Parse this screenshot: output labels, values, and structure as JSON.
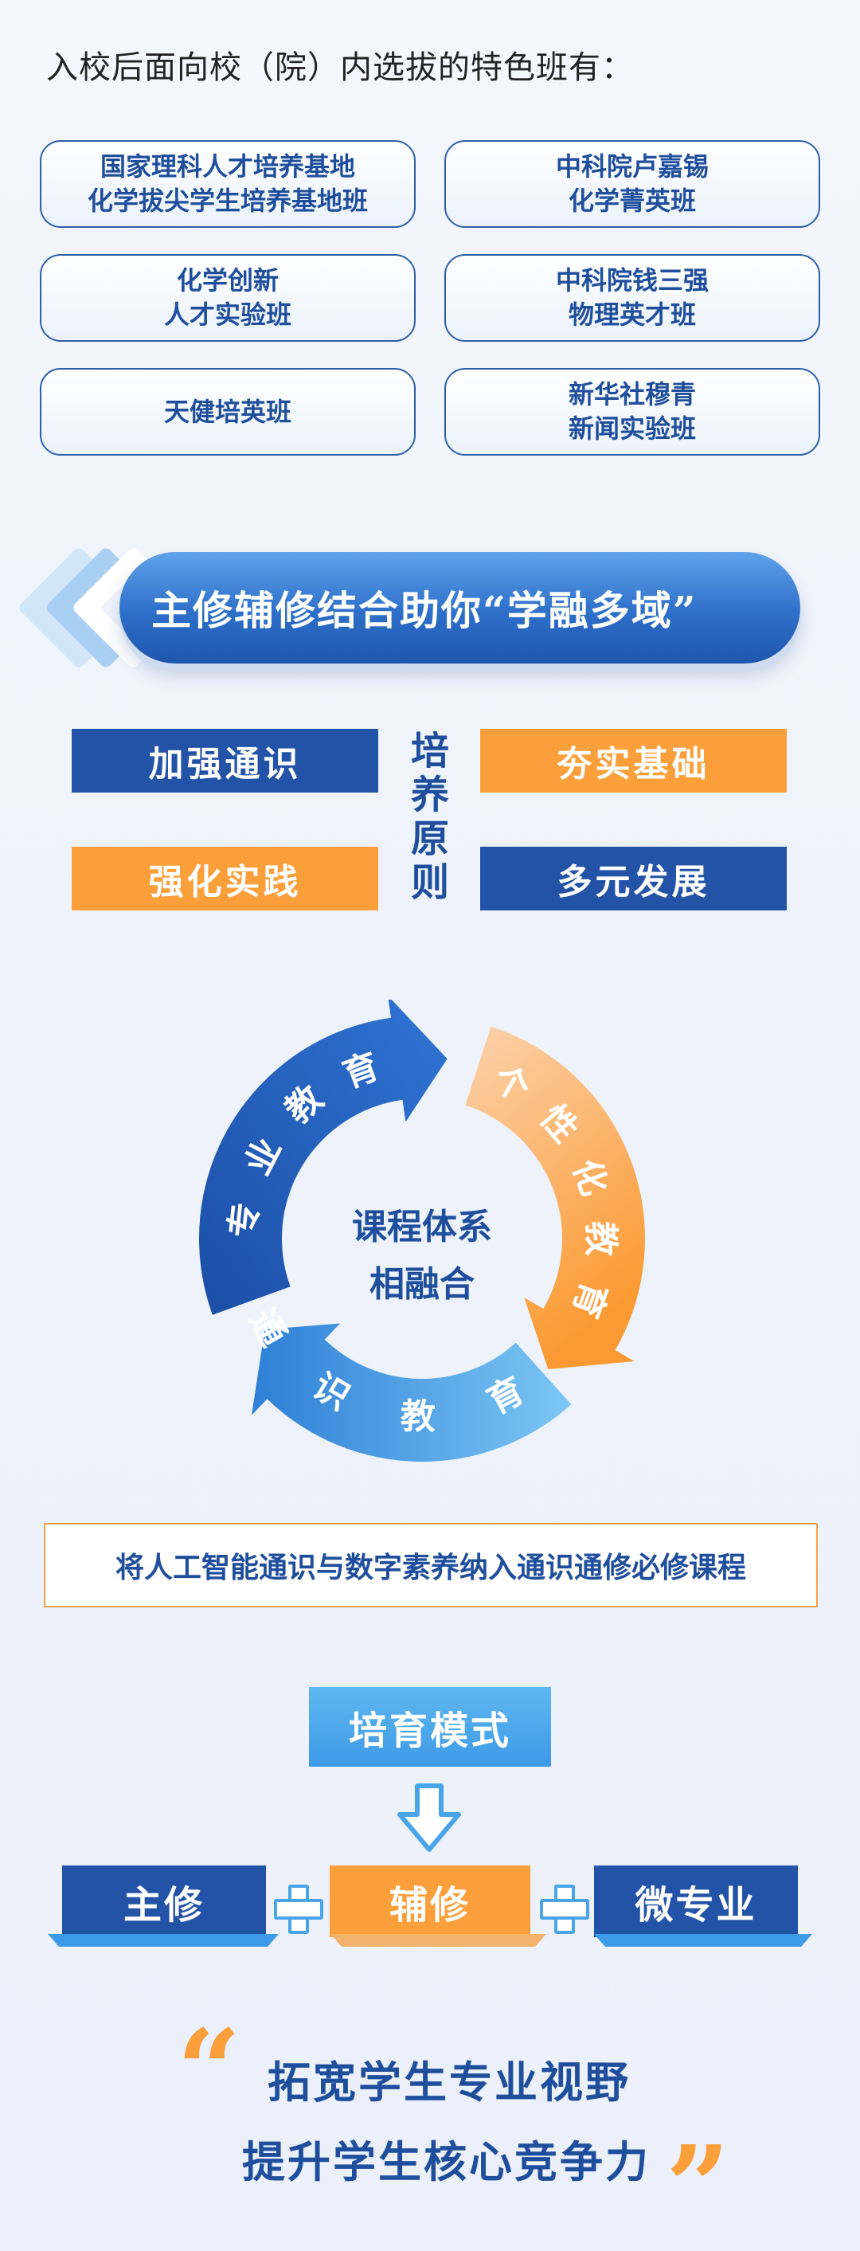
{
  "intro": {
    "title": "入校后面向校（院）内选拔的特色班有：",
    "classes": [
      {
        "line1": "国家理科人才培养基地",
        "line2": "化学拔尖学生培养基地班"
      },
      {
        "line1": "中科院卢嘉锡",
        "line2": "化学菁英班"
      },
      {
        "line1": "化学创新",
        "line2": "人才实验班"
      },
      {
        "line1": "中科院钱三强",
        "line2": "物理英才班"
      },
      {
        "line1": "天健培英班",
        "line2": ""
      },
      {
        "line1": "新华社穆青",
        "line2": "新闻实验班"
      }
    ]
  },
  "banner": {
    "title": "主修辅修结合助你“学融多域”"
  },
  "principles": {
    "heading": "培养原则",
    "items": [
      "加强通识",
      "夯实基础",
      "强化实践",
      "多元发展"
    ]
  },
  "cycle": {
    "center_line1": "课程体系",
    "center_line2": "相融合",
    "segments": [
      "专业教育",
      "个性化教育",
      "通识教育"
    ]
  },
  "ai_note": "将人工智能通识与数字素养纳入通识通修必修课程",
  "mode": {
    "title": "培育模式",
    "items": [
      "主修",
      "辅修",
      "微专业"
    ]
  },
  "quote": {
    "line1": "拓宽学生专业视野",
    "line2": "提升学生核心竞争力"
  },
  "colors": {
    "primary_blue": "#2353a6",
    "light_blue": "#3d9ae6",
    "accent_orange": "#fb9f3b"
  }
}
